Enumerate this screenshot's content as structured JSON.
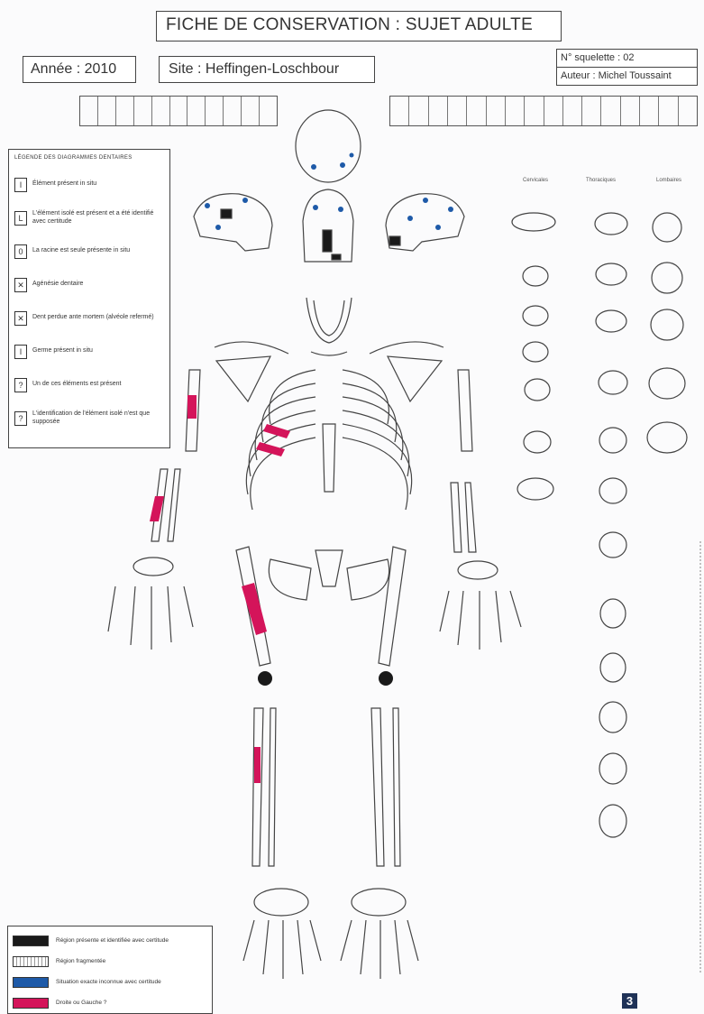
{
  "header": {
    "title": "FICHE DE CONSERVATION : SUJET ADULTE",
    "annee": "Année :   2010",
    "site": "Site :     Heffingen-Loschbour",
    "squelette": "N° squelette :     02",
    "auteur": "Auteur : Michel Toussaint"
  },
  "legend": {
    "title": "LÉGENDE DES DIAGRAMMES DENTAIRES",
    "items": [
      {
        "symbol": "I",
        "text": "Élément présent in situ"
      },
      {
        "symbol": "L",
        "text": "L'élément isolé est présent et a été identifié avec certitude"
      },
      {
        "symbol": "0",
        "text": "La racine est seule présente in situ"
      },
      {
        "symbol": "✕",
        "text": "Agénésie dentaire"
      },
      {
        "symbol": "✕",
        "text": "Dent perdue ante mortem (alvéole refermé)"
      },
      {
        "symbol": "I",
        "text": "Germe présent in situ"
      },
      {
        "symbol": "?",
        "text": "Un de ces éléments est présent"
      },
      {
        "symbol": "?",
        "text": "L'identification de l'élément isolé n'est que supposée"
      }
    ]
  },
  "vertebrae": {
    "cervicales": "Cervicales",
    "thoraciques": "Thoraciques",
    "lombaires": "Lombaires"
  },
  "bottom_legend": [
    {
      "label": "Région présente et identifiée avec certitude",
      "color": "#1a1a1a"
    },
    {
      "label": "Région fragmentée",
      "color": "#ffffff"
    },
    {
      "label": "Situation exacte inconnue avec certitude",
      "color": "#1e5aa8"
    },
    {
      "label": "Droite ou Gauche ?",
      "color": "#d4145a"
    }
  ],
  "page_number": "3",
  "colors": {
    "pink": "#d4145a",
    "blue": "#1e5aa8",
    "black": "#1a1a1a"
  }
}
